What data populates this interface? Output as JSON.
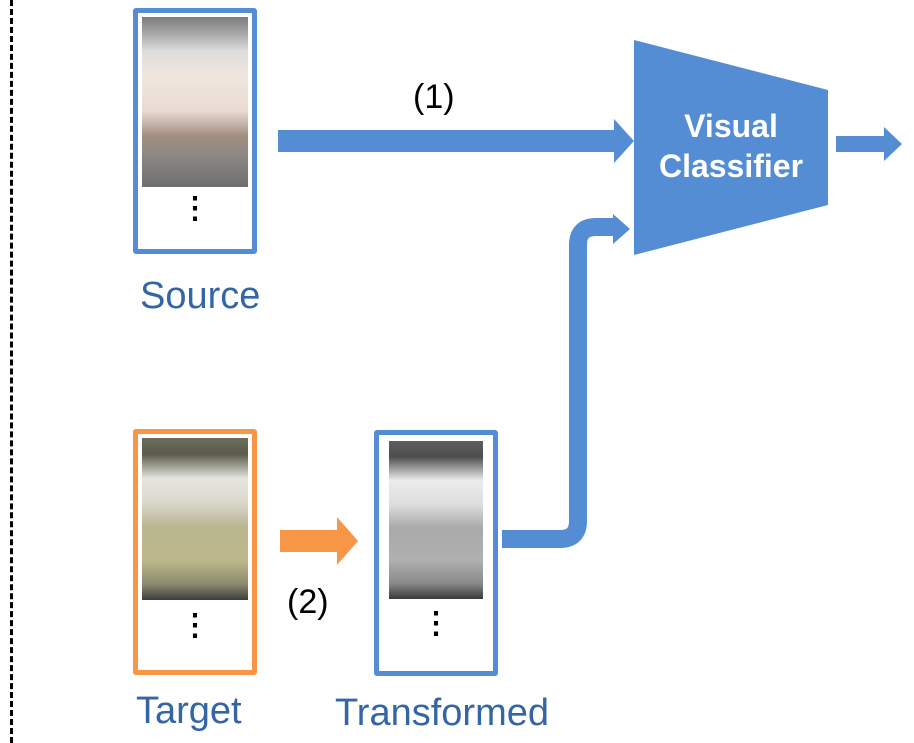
{
  "diagram": {
    "nodes": {
      "source": {
        "label": "Source",
        "ellipsis": "⋮",
        "image": "person-walking-grayscale-photo"
      },
      "target": {
        "label": "Target",
        "ellipsis": "⋮",
        "image": "person-with-backpack-color-photo"
      },
      "transformed": {
        "label": "Transformed",
        "ellipsis": "⋮",
        "image": "person-with-backpack-transformed-photo"
      },
      "classifier": {
        "line1": "Visual",
        "line2": "Classifier"
      }
    },
    "edges": {
      "source_to_classifier": {
        "label": "(1)"
      },
      "target_to_transformed": {
        "label": "(2)"
      },
      "transformed_to_classifier": {
        "label": ""
      },
      "classifier_output": {
        "label": ""
      }
    },
    "colors": {
      "blue": "#548dd4",
      "orange": "#f79646",
      "label_blue": "#3465a4"
    }
  }
}
